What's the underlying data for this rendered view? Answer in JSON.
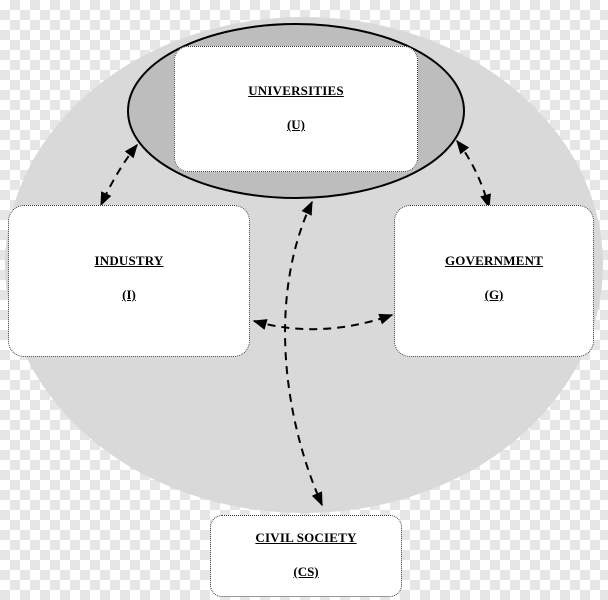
{
  "diagram": {
    "nodes": {
      "universities": {
        "label": "UNIVERSITIES",
        "abbr": "(U)"
      },
      "industry": {
        "label": "INDUSTRY",
        "abbr": "(I)"
      },
      "government": {
        "label": "GOVERNMENT",
        "abbr": "(G)"
      },
      "civil_society": {
        "label": "CIVIL SOCIETY",
        "abbr": "(CS)"
      }
    },
    "edges": [
      {
        "from": "universities",
        "to": "industry",
        "direction": "both",
        "style": "dashed"
      },
      {
        "from": "universities",
        "to": "government",
        "direction": "both",
        "style": "dashed"
      },
      {
        "from": "industry",
        "to": "government",
        "direction": "both",
        "style": "dashed"
      },
      {
        "from": "universities",
        "to": "civil_society",
        "direction": "both",
        "style": "dashed"
      }
    ],
    "colors": {
      "background_ellipse": "#d9d9d9",
      "universities_ellipse": "#bdbdbd",
      "line": "#000000",
      "box_fill": "#ffffff"
    }
  }
}
